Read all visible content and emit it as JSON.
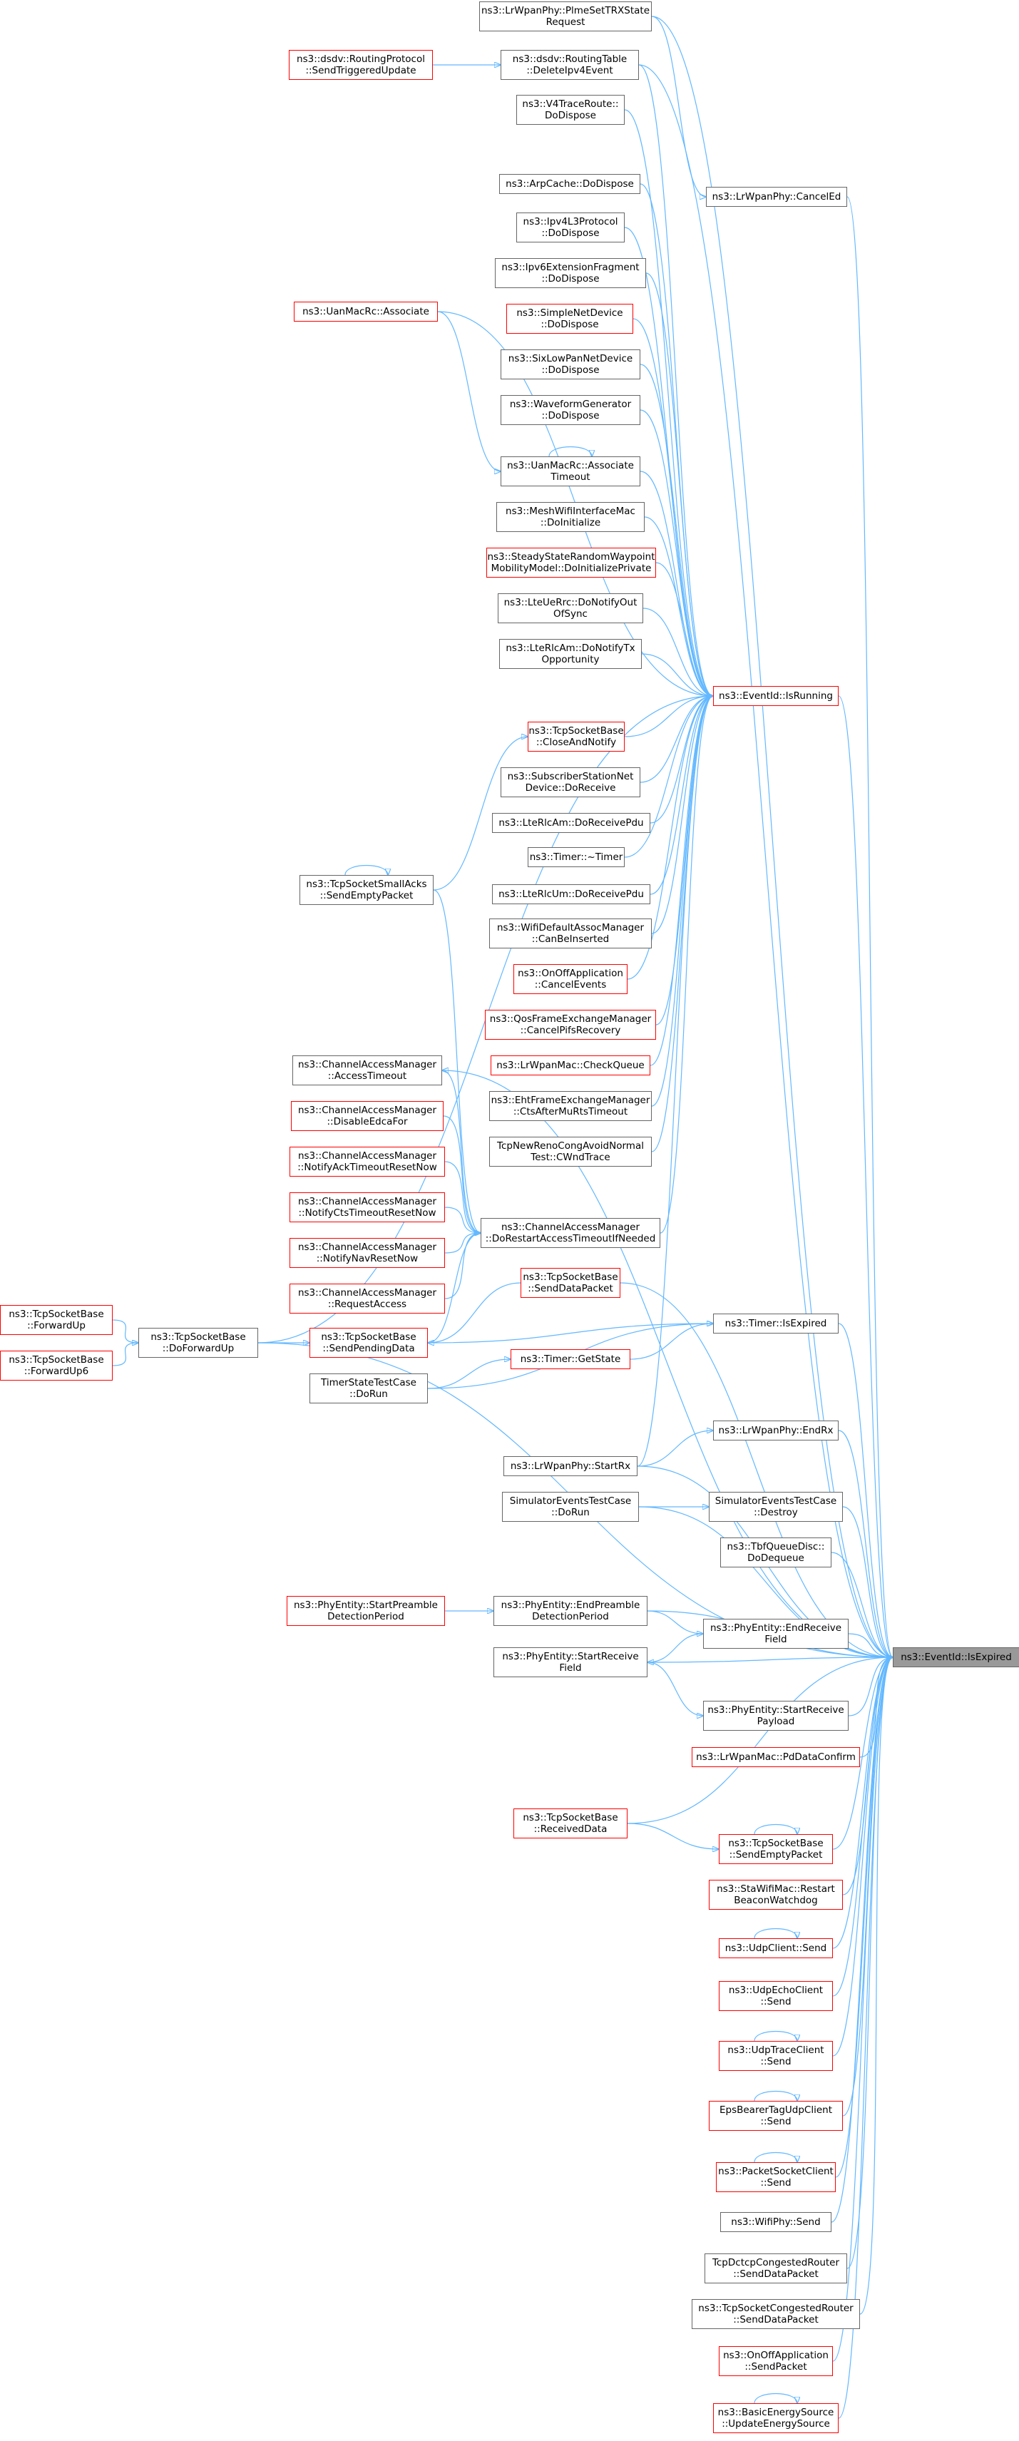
{
  "colors": {
    "edge": "#63b8ff",
    "node_border": "#666666",
    "node_border_incomplete": "#ff0000",
    "target_fill": "#999999"
  },
  "target": {
    "id": "target",
    "lines": [
      "ns3::EventId::IsExpired"
    ]
  },
  "nodes": [
    {
      "id": "n1",
      "lines": [
        "ns3::LrWpanPhy::PlmeSetTRXState",
        "Request"
      ],
      "red": false
    },
    {
      "id": "n2",
      "lines": [
        "ns3::dsdv::RoutingProtocol",
        "::SendTriggeredUpdate"
      ],
      "red": true
    },
    {
      "id": "n3",
      "lines": [
        "ns3::dsdv::RoutingTable",
        "::DeleteIpv4Event"
      ],
      "red": false
    },
    {
      "id": "n4",
      "lines": [
        "ns3::V4TraceRoute::",
        "DoDispose"
      ],
      "red": false
    },
    {
      "id": "n5",
      "lines": [
        "ns3::LrWpanPhy::CancelEd"
      ],
      "red": false
    },
    {
      "id": "n6",
      "lines": [
        "ns3::ArpCache::DoDispose"
      ],
      "red": false
    },
    {
      "id": "n7",
      "lines": [
        "ns3::Ipv4L3Protocol",
        "::DoDispose"
      ],
      "red": false
    },
    {
      "id": "n8",
      "lines": [
        "ns3::Ipv6ExtensionFragment",
        "::DoDispose"
      ],
      "red": false
    },
    {
      "id": "n9",
      "lines": [
        "ns3::UanMacRc::Associate"
      ],
      "red": true
    },
    {
      "id": "n10",
      "lines": [
        "ns3::SimpleNetDevice",
        "::DoDispose"
      ],
      "red": true
    },
    {
      "id": "n11",
      "lines": [
        "ns3::SixLowPanNetDevice",
        "::DoDispose"
      ],
      "red": false
    },
    {
      "id": "n12",
      "lines": [
        "ns3::WaveformGenerator",
        "::DoDispose"
      ],
      "red": false
    },
    {
      "id": "n13",
      "lines": [
        "ns3::UanMacRc::Associate",
        "Timeout"
      ],
      "red": false
    },
    {
      "id": "n14",
      "lines": [
        "ns3::MeshWifiInterfaceMac",
        "::DoInitialize"
      ],
      "red": false
    },
    {
      "id": "n15",
      "lines": [
        "ns3::SteadyStateRandomWaypoint",
        "MobilityModel::DoInitializePrivate"
      ],
      "red": true
    },
    {
      "id": "n16",
      "lines": [
        "ns3::LteUeRrc::DoNotifyOut",
        "OfSync"
      ],
      "red": false
    },
    {
      "id": "n17",
      "lines": [
        "ns3::LteRlcAm::DoNotifyTx",
        "Opportunity"
      ],
      "red": false
    },
    {
      "id": "n18",
      "lines": [
        "ns3::EventId::IsRunning"
      ],
      "red": true
    },
    {
      "id": "n19",
      "lines": [
        "ns3::TcpSocketBase",
        "::CloseAndNotify"
      ],
      "red": true
    },
    {
      "id": "n20",
      "lines": [
        "ns3::SubscriberStationNet",
        "Device::DoReceive"
      ],
      "red": false
    },
    {
      "id": "n21",
      "lines": [
        "ns3::LteRlcAm::DoReceivePdu"
      ],
      "red": false
    },
    {
      "id": "n22",
      "lines": [
        "ns3::Timer::~Timer"
      ],
      "red": false
    },
    {
      "id": "n23",
      "lines": [
        "ns3::TcpSocketSmallAcks",
        "::SendEmptyPacket"
      ],
      "red": false
    },
    {
      "id": "n24",
      "lines": [
        "ns3::LteRlcUm::DoReceivePdu"
      ],
      "red": false
    },
    {
      "id": "n25",
      "lines": [
        "ns3::WifiDefaultAssocManager",
        "::CanBeInserted"
      ],
      "red": false
    },
    {
      "id": "n26",
      "lines": [
        "ns3::OnOffApplication",
        "::CancelEvents"
      ],
      "red": true
    },
    {
      "id": "n27",
      "lines": [
        "ns3::QosFrameExchangeManager",
        "::CancelPifsRecovery"
      ],
      "red": true
    },
    {
      "id": "n28",
      "lines": [
        "ns3::LrWpanMac::CheckQueue"
      ],
      "red": true
    },
    {
      "id": "n29",
      "lines": [
        "ns3::ChannelAccessManager",
        "::AccessTimeout"
      ],
      "red": false
    },
    {
      "id": "n30",
      "lines": [
        "ns3::EhtFrameExchangeManager",
        "::CtsAfterMuRtsTimeout"
      ],
      "red": false
    },
    {
      "id": "n31",
      "lines": [
        "ns3::ChannelAccessManager",
        "::DisableEdcaFor"
      ],
      "red": true
    },
    {
      "id": "n32",
      "lines": [
        "TcpNewRenoCongAvoidNormal",
        "Test::CWndTrace"
      ],
      "red": false
    },
    {
      "id": "n33",
      "lines": [
        "ns3::ChannelAccessManager",
        "::NotifyAckTimeoutResetNow"
      ],
      "red": true
    },
    {
      "id": "n34",
      "lines": [
        "ns3::ChannelAccessManager",
        "::NotifyCtsTimeoutResetNow"
      ],
      "red": true
    },
    {
      "id": "n35",
      "lines": [
        "ns3::ChannelAccessManager",
        "::DoRestartAccessTimeoutIfNeeded"
      ],
      "red": false
    },
    {
      "id": "n36",
      "lines": [
        "ns3::ChannelAccessManager",
        "::NotifyNavResetNow"
      ],
      "red": true
    },
    {
      "id": "n37",
      "lines": [
        "ns3::ChannelAccessManager",
        "::RequestAccess"
      ],
      "red": true
    },
    {
      "id": "n38",
      "lines": [
        "ns3::TcpSocketBase",
        "::SendDataPacket"
      ],
      "red": true
    },
    {
      "id": "n39",
      "lines": [
        "ns3::TcpSocketBase",
        "::ForwardUp"
      ],
      "red": true
    },
    {
      "id": "n40",
      "lines": [
        "ns3::Timer::IsExpired"
      ],
      "red": false
    },
    {
      "id": "n41",
      "lines": [
        "ns3::TcpSocketBase",
        "::DoForwardUp"
      ],
      "red": false
    },
    {
      "id": "n42",
      "lines": [
        "ns3::TcpSocketBase",
        "::SendPendingData"
      ],
      "red": true
    },
    {
      "id": "n43",
      "lines": [
        "ns3::TcpSocketBase",
        "::ForwardUp6"
      ],
      "red": true
    },
    {
      "id": "n44",
      "lines": [
        "ns3::Timer::GetState"
      ],
      "red": true
    },
    {
      "id": "n45",
      "lines": [
        "TimerStateTestCase",
        "::DoRun"
      ],
      "red": false
    },
    {
      "id": "n46",
      "lines": [
        "ns3::LrWpanPhy::EndRx"
      ],
      "red": false
    },
    {
      "id": "n47",
      "lines": [
        "ns3::LrWpanPhy::StartRx"
      ],
      "red": false
    },
    {
      "id": "n48",
      "lines": [
        "SimulatorEventsTestCase",
        "::DoRun"
      ],
      "red": false
    },
    {
      "id": "n49",
      "lines": [
        "SimulatorEventsTestCase",
        "::Destroy"
      ],
      "red": false
    },
    {
      "id": "n50",
      "lines": [
        "ns3::TbfQueueDisc::",
        "DoDequeue"
      ],
      "red": false
    },
    {
      "id": "n51",
      "lines": [
        "ns3::PhyEntity::StartPreamble",
        "DetectionPeriod"
      ],
      "red": true
    },
    {
      "id": "n52",
      "lines": [
        "ns3::PhyEntity::EndPreamble",
        "DetectionPeriod"
      ],
      "red": false
    },
    {
      "id": "n53",
      "lines": [
        "ns3::PhyEntity::EndReceive",
        "Field"
      ],
      "red": false
    },
    {
      "id": "n54",
      "lines": [
        "ns3::PhyEntity::StartReceive",
        "Field"
      ],
      "red": false
    },
    {
      "id": "n55",
      "lines": [
        "ns3::PhyEntity::StartReceive",
        "Payload"
      ],
      "red": false
    },
    {
      "id": "n56",
      "lines": [
        "ns3::LrWpanMac::PdDataConfirm"
      ],
      "red": true
    },
    {
      "id": "n57",
      "lines": [
        "ns3::TcpSocketBase",
        "::ReceivedData"
      ],
      "red": true
    },
    {
      "id": "n58",
      "lines": [
        "ns3::TcpSocketBase",
        "::SendEmptyPacket"
      ],
      "red": true
    },
    {
      "id": "n59",
      "lines": [
        "ns3::StaWifiMac::Restart",
        "BeaconWatchdog"
      ],
      "red": true
    },
    {
      "id": "n60",
      "lines": [
        "ns3::UdpClient::Send"
      ],
      "red": true
    },
    {
      "id": "n61",
      "lines": [
        "ns3::UdpEchoClient",
        "::Send"
      ],
      "red": true
    },
    {
      "id": "n62",
      "lines": [
        "ns3::UdpTraceClient",
        "::Send"
      ],
      "red": true
    },
    {
      "id": "n63",
      "lines": [
        "EpsBearerTagUdpClient",
        "::Send"
      ],
      "red": true
    },
    {
      "id": "n64",
      "lines": [
        "ns3::PacketSocketClient",
        "::Send"
      ],
      "red": true
    },
    {
      "id": "n65",
      "lines": [
        "ns3::WifiPhy::Send"
      ],
      "red": false
    },
    {
      "id": "n66",
      "lines": [
        "TcpDctcpCongestedRouter",
        "::SendDataPacket"
      ],
      "red": false
    },
    {
      "id": "n67",
      "lines": [
        "ns3::TcpSocketCongestedRouter",
        "::SendDataPacket"
      ],
      "red": false
    },
    {
      "id": "n68",
      "lines": [
        "ns3::OnOffApplication",
        "::SendPacket"
      ],
      "red": true
    },
    {
      "id": "n69",
      "lines": [
        "ns3::BasicEnergySource",
        "::UpdateEnergySource"
      ],
      "red": true
    }
  ],
  "edges": [
    [
      "n1",
      "target"
    ],
    [
      "n1",
      "n5"
    ],
    [
      "n2",
      "n3"
    ],
    [
      "n3",
      "n18"
    ],
    [
      "n3",
      "target"
    ],
    [
      "n4",
      "n18"
    ],
    [
      "n5",
      "target"
    ],
    [
      "n6",
      "n18"
    ],
    [
      "n7",
      "n18"
    ],
    [
      "n8",
      "n18"
    ],
    [
      "n9",
      "n18"
    ],
    [
      "n9",
      "n13"
    ],
    [
      "n10",
      "n18"
    ],
    [
      "n11",
      "n18"
    ],
    [
      "n12",
      "n18"
    ],
    [
      "n13",
      "n18"
    ],
    [
      "n13",
      "n13"
    ],
    [
      "n14",
      "n18"
    ],
    [
      "n15",
      "n18"
    ],
    [
      "n16",
      "n18"
    ],
    [
      "n17",
      "n18"
    ],
    [
      "n18",
      "target"
    ],
    [
      "n19",
      "n18"
    ],
    [
      "n20",
      "n18"
    ],
    [
      "n21",
      "n18"
    ],
    [
      "n22",
      "n18"
    ],
    [
      "n23",
      "n19"
    ],
    [
      "n23",
      "n23"
    ],
    [
      "n23",
      "n35"
    ],
    [
      "n24",
      "n18"
    ],
    [
      "n25",
      "n18"
    ],
    [
      "n26",
      "n18"
    ],
    [
      "n27",
      "n18"
    ],
    [
      "n28",
      "n18"
    ],
    [
      "n29",
      "target"
    ],
    [
      "n30",
      "n18"
    ],
    [
      "n31",
      "n35"
    ],
    [
      "n32",
      "n18"
    ],
    [
      "n33",
      "n35"
    ],
    [
      "n34",
      "n35"
    ],
    [
      "n35",
      "n18"
    ],
    [
      "n35",
      "n29"
    ],
    [
      "n36",
      "n35"
    ],
    [
      "n37",
      "n35"
    ],
    [
      "n38",
      "target"
    ],
    [
      "n38",
      "n42"
    ],
    [
      "n39",
      "n41"
    ],
    [
      "n40",
      "target"
    ],
    [
      "n41",
      "n18"
    ],
    [
      "n41",
      "n42"
    ],
    [
      "n41",
      "target"
    ],
    [
      "n42",
      "n40"
    ],
    [
      "n42",
      "n35"
    ],
    [
      "n43",
      "n41"
    ],
    [
      "n44",
      "n40"
    ],
    [
      "n45",
      "n44"
    ],
    [
      "n45",
      "n40"
    ],
    [
      "n46",
      "target"
    ],
    [
      "n47",
      "n18"
    ],
    [
      "n47",
      "n46"
    ],
    [
      "n47",
      "target"
    ],
    [
      "n48",
      "n49"
    ],
    [
      "n48",
      "target"
    ],
    [
      "n49",
      "target"
    ],
    [
      "n50",
      "target"
    ],
    [
      "n51",
      "n52"
    ],
    [
      "n52",
      "target"
    ],
    [
      "n52",
      "n53"
    ],
    [
      "n53",
      "target"
    ],
    [
      "n53",
      "n54"
    ],
    [
      "n54",
      "target"
    ],
    [
      "n54",
      "n55"
    ],
    [
      "n55",
      "target"
    ],
    [
      "n56",
      "target"
    ],
    [
      "n57",
      "target"
    ],
    [
      "n57",
      "n58"
    ],
    [
      "n58",
      "target"
    ],
    [
      "n58",
      "n58"
    ],
    [
      "n59",
      "target"
    ],
    [
      "n60",
      "target"
    ],
    [
      "n60",
      "n60"
    ],
    [
      "n61",
      "target"
    ],
    [
      "n62",
      "target"
    ],
    [
      "n62",
      "n62"
    ],
    [
      "n63",
      "target"
    ],
    [
      "n63",
      "n63"
    ],
    [
      "n64",
      "target"
    ],
    [
      "n64",
      "n64"
    ],
    [
      "n65",
      "target"
    ],
    [
      "n66",
      "target"
    ],
    [
      "n67",
      "target"
    ],
    [
      "n68",
      "target"
    ],
    [
      "n69",
      "target"
    ],
    [
      "n69",
      "n69"
    ]
  ]
}
